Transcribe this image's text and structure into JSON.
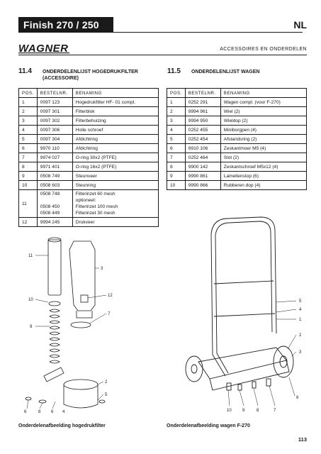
{
  "header": {
    "title": "Finish 270 / 250",
    "language": "NL",
    "brand": "WAGNER",
    "section": "ACCESSOIRES EN ONDERDELEN"
  },
  "left": {
    "number": "11.4",
    "title_line1": "ONDERDELENLIJST HOGEDRUKFILTER",
    "title_line2": "(ACCESSOIRE)",
    "columns": [
      "POS.",
      "BESTELNR.",
      "BENAMING"
    ],
    "rows": [
      [
        "1",
        "0097 123",
        "Hogedrukfilter HF- 01 compl."
      ],
      [
        "2",
        "0097 301",
        "Filterblok"
      ],
      [
        "3",
        "0097 302",
        "Filterbehuizing"
      ],
      [
        "4",
        "0097 306",
        "Holle schroef"
      ],
      [
        "5",
        "0097 304",
        "Afdichtring"
      ],
      [
        "6",
        "9970 110",
        "Afdichtring"
      ],
      [
        "7",
        "9974 027",
        "O-ring 30x2 (PTFE)"
      ],
      [
        "8",
        "9971 401",
        "O-ring 16x2 (PTFE)"
      ],
      [
        "9",
        "0508 749",
        "Steunveer"
      ],
      [
        "10",
        "0508 603",
        "Steunring"
      ]
    ],
    "row11": {
      "pos": "11",
      "nr1": "0508 748",
      "nr2": "0508 450",
      "nr3": "0508 449",
      "name1": "Filterinzet 60 mesh",
      "name_opt": "optioneel:",
      "name2": "Filterinzet 100 mesh",
      "name3": "Filterinzet 30 mesh"
    },
    "row12": [
      "12",
      "9994 245",
      "Drukveer"
    ],
    "caption": "Onderdelenafbeelding hogedrukfilter",
    "callouts": [
      "11",
      "3",
      "10",
      "12",
      "7",
      "9",
      "2",
      "5",
      "6",
      "8",
      "6",
      "4"
    ]
  },
  "right": {
    "number": "11.5",
    "title": "ONDERDELENLIJST WAGEN",
    "columns": [
      "POS.",
      "BESTELNR.",
      "BENAMING"
    ],
    "rows": [
      [
        "1",
        "0252 291",
        "Wagen compl. (voor F-270)"
      ],
      [
        "2",
        "9994 961",
        "Wiel (2)"
      ],
      [
        "3",
        "9994 950",
        "Wieldop (2)"
      ],
      [
        "4",
        "0252 455",
        "Miniborgpen (4)"
      ],
      [
        "5",
        "0252 454",
        "Afstandsring (2)"
      ],
      [
        "6",
        "9910 106",
        "Zeskantmoer M5 (4)"
      ],
      [
        "7",
        "0252 464",
        "Slot (2)"
      ],
      [
        "8",
        "9900 142",
        "Zeskantschroef M5x12 (4)"
      ],
      [
        "9",
        "9990 861",
        "Lamellenstop (6)"
      ],
      [
        "10",
        "9990 866",
        "Rubberen dop (4)"
      ]
    ],
    "caption": "Onderdelenafbeelding wagen F-270",
    "callouts": [
      "5",
      "4",
      "1",
      "2",
      "3",
      "6",
      "10",
      "9",
      "8",
      "7"
    ]
  },
  "page_number": "113"
}
